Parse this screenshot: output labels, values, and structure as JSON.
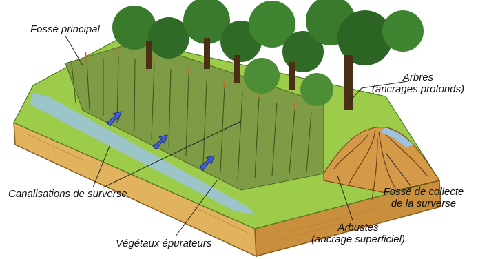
{
  "labels": {
    "fosse_principal": "Fossé principal",
    "arbres_title": "Arbres",
    "arbres_detail": "(ancrages profonds)",
    "canalisations": "Canalisations de surverse",
    "fosse_collecte_l1": "Fossé de collecte",
    "fosse_collecte_l2": "de la surverse",
    "arbustes_title": "Arbustes",
    "arbustes_detail": "(ancrage superficiel)",
    "vegetaux": "Végétaux épurateurs"
  },
  "colors": {
    "soil": "#e2b35f",
    "soil_dark": "#c98f3c",
    "grass": "#9ccc4a",
    "reeds": "#6f8f3c",
    "trees": "#2f6a26",
    "water": "#9cc3df",
    "arrows": "#3f5fd6",
    "roots": "#6b3e1c",
    "leader_lines": "#222222"
  },
  "icons": [
    "flow-arrow-icon"
  ]
}
